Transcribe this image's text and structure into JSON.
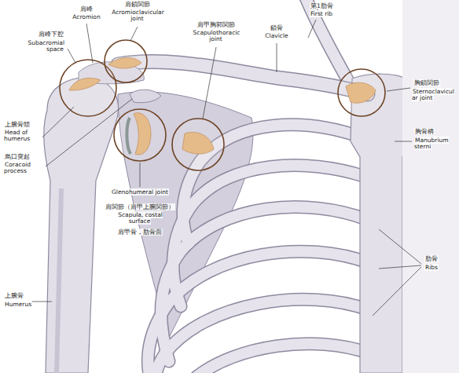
{
  "diagram": {
    "labels": [
      "肩峰下腔",
      "Subacromial space",
      "肩峰",
      "Acromion",
      "肩鎖関節",
      "Acromioclavicular joint",
      "肩甲胸郭関節",
      "Scapulothoracic joint",
      "鎖骨",
      "Clavicle",
      "第1肋骨",
      "First rib",
      "胸鎖関節",
      "Sternoclavicular joint",
      "胸骨柄",
      "Manubrium sterni",
      "上腕骨頭",
      "Head of humerus",
      "烏口突起",
      "Coracoid process",
      "Glenohumeral joint",
      "肩関節（肩甲上腕関節）",
      "Scapula, costal surface",
      "肩甲骨，肋骨面",
      "肋骨",
      "Ribs",
      "上腕骨",
      "Humerus"
    ]
  }
}
